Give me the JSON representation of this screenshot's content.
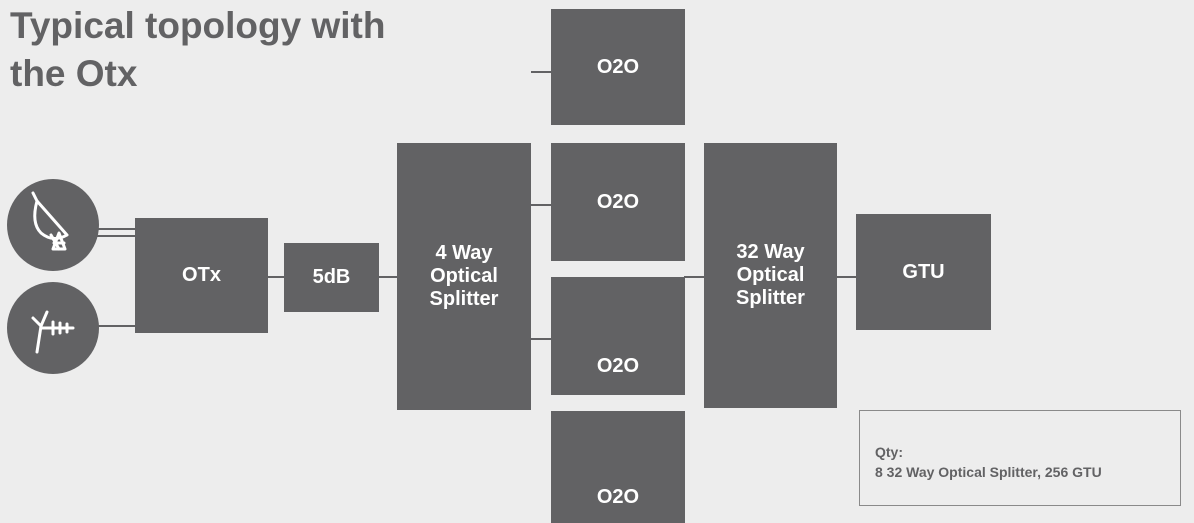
{
  "title": {
    "line1": "Typical topology with",
    "line2": "the Otx"
  },
  "icons": {
    "dish": "satellite-dish-icon",
    "antenna": "antenna-icon"
  },
  "colors": {
    "background": "#ededed",
    "box": "#626264",
    "box_text": "#ffffff",
    "title": "#626264"
  },
  "nodes": {
    "otx": "OTx",
    "attenuator": "5dB",
    "splitter4": "4 Way\nOptical\nSplitter",
    "o2o": [
      "O2O",
      "O2O",
      "O2O",
      "O2O"
    ],
    "splitter32": "32 Way\nOptical\nSplitter",
    "gtu": "GTU"
  },
  "qty": {
    "label": "Qty:",
    "text": "8 32 Way Optical Splitter, 256 GTU"
  }
}
